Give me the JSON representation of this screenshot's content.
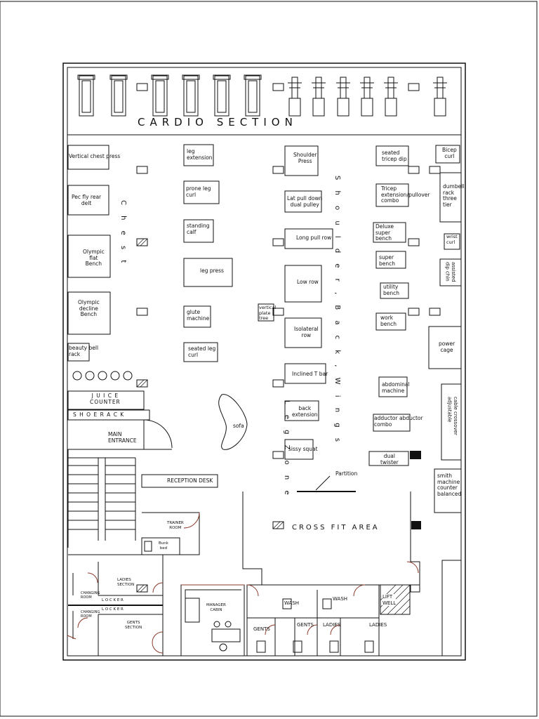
{
  "sections": {
    "cardio": "CARDIO SECTION",
    "chest": "C h e s t",
    "shoulder": "S h o u l d e r ,   B a c k ,   W i n g s",
    "leg_zone": "L e g   Z o n e",
    "crossfit": "CROSS FIT AREA"
  },
  "equipment": {
    "vertical_chest_press": "Vertical chest press",
    "pec_fly": "Pec fly rear\ndelt",
    "olympic_flat": "Olympic\nflat\nBench",
    "olympic_decline": "Olympic\ndecline\nBench",
    "beauty_bell": "beauty bell\nrack",
    "leg_extension": "leg\nextension",
    "prone_leg_curl": "prone leg\ncurl",
    "standing_calf": "standing\ncalf",
    "leg_press": "leg press",
    "glute_machine": "glute\nmachine",
    "seated_leg_curl": "seated leg\ncurl",
    "vertical_plate_tree": "vertical\nplate\ntree",
    "shoulder_press": "Shoulder\nPress",
    "lat_pull_down": "Lat pull down\ndual pulley",
    "long_pull_row": "Long pull row",
    "low_row": "Low row",
    "isolateral_row": "Isolateral\nrow",
    "inclined_t_bar": "Inclined T bar",
    "back_extension": "back\nextension",
    "sissy_squat": "sissy squat",
    "seated_tricep_dip": "seated\ntricep dip",
    "tricep_pullover": "Tricep\nextension/pullover\ncombo",
    "deluxe_super_bench": "Deluxe\nsuper\nbench",
    "super_bench": "super\nbench",
    "utility_bench": "utility\nbench",
    "work_bench": "work\nbench",
    "abdominal_machine": "abdominal\nmachine",
    "adductor_abductor": "adductor abductor\ncombo",
    "dual_twister": "dual\ntwister",
    "bicep_curl": "Bicep\ncurl",
    "dumbell_rack": "dumbell\nrack\nthree\ntier",
    "wrist_curl": "wrist\ncurl",
    "assisted_dip_chin": "assisted\ndip chin",
    "power_cage": "power\ncage",
    "cable_crossover": "cable crossover\nadjustable",
    "smith_machine": "smith\nmachine\ncounter\nbalanced"
  },
  "rooms": {
    "juice_counter": "J U I C E\nCOUNTER",
    "shoe_rack": "S H O E   R A C K",
    "main_entrance": "MAIN\nENTRANCE",
    "sofa": "sofa",
    "reception_desk": "RECEPTION DESK",
    "trainer_room": "TRAINER\nROOM",
    "bunk_bed": "Bunk\nbed",
    "partition": "Partition",
    "ladies_section": "LADIES\nSECTION",
    "changing_room_1": "CHANGING\nROOM",
    "changing_room_2": "CHANGING\nROOM",
    "locker_1": "L   O   C   K   E   R",
    "locker_2": "L   O   C   K   E   R",
    "gents_section": "GENTS\nSECTION",
    "manager_cabin": "MANAGER\nCABIN",
    "wash_1": "WASH",
    "wash_2": "WASH",
    "gents_1": "GENTS",
    "gents_2": "GENTS",
    "ladies_1": "LADIES",
    "ladies_2": "LADIES",
    "lift_well": "LIFT\nWELL"
  }
}
